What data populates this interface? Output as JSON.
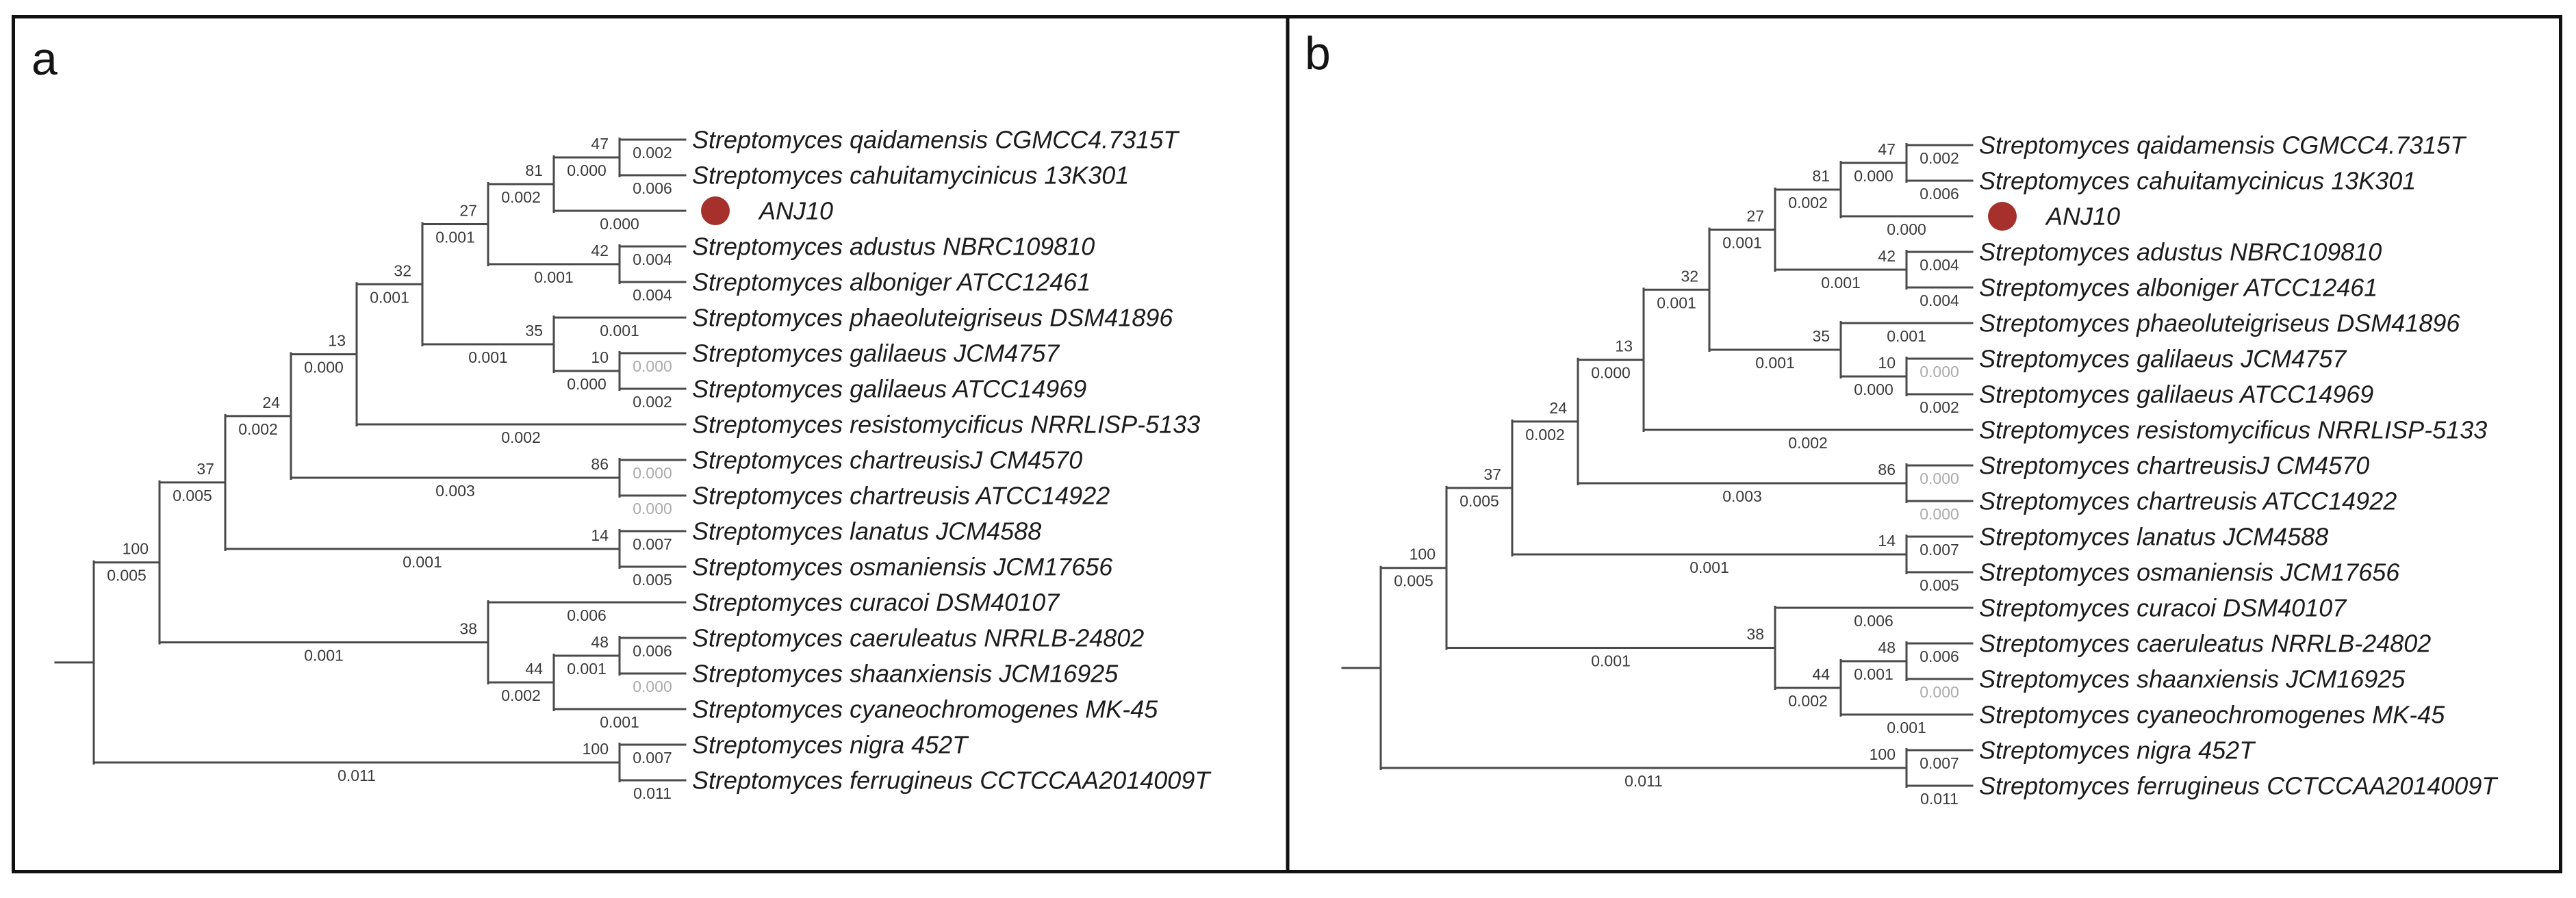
{
  "figure": {
    "description": "Two-panel phylogenetic tree figure of Streptomyces strains with bootstrap values and branch lengths; strain ANJ10 marked with a red dot",
    "panels": [
      {
        "label": "a"
      },
      {
        "label": "b"
      }
    ],
    "style": {
      "border_color": "#111111",
      "line_color": "#4a4a4a",
      "taxon_color": "#1c1c1c",
      "support_color": "#3a3a3a",
      "length_color": "#3a3a3a",
      "muted_length_color": "#ababab",
      "highlight_dot_color": "#a5302c"
    },
    "tree": {
      "children": [
        {
          "support": "100",
          "length": "0.005",
          "children": [
            {
              "support": "37",
              "length": "0.005",
              "children": [
                {
                  "support": "24",
                  "length": "0.002",
                  "children": [
                    {
                      "support": "13",
                      "length": "0.000",
                      "children": [
                        {
                          "support": "32",
                          "length": "0.001",
                          "children": [
                            {
                              "support": "27",
                              "length": "0.001",
                              "children": [
                                {
                                  "support": "81",
                                  "length": "0.002",
                                  "children": [
                                    {
                                      "support": "47",
                                      "length": "0.000",
                                      "children": [
                                        {
                                          "label": "Streptomyces qaidamensis CGMCC4.7315T",
                                          "length": "0.002"
                                        },
                                        {
                                          "label": "Streptomyces cahuitamycinicus 13K301",
                                          "length": "0.006"
                                        }
                                      ]
                                    },
                                    {
                                      "label": "ANJ10",
                                      "length": "0.000",
                                      "highlight": true
                                    }
                                  ]
                                },
                                {
                                  "support": "42",
                                  "length": "0.001",
                                  "children": [
                                    {
                                      "label": "Streptomyces adustus NBRC109810",
                                      "length": "0.004"
                                    },
                                    {
                                      "label": "Streptomyces alboniger ATCC12461",
                                      "length": "0.004"
                                    }
                                  ]
                                }
                              ]
                            },
                            {
                              "support": "35",
                              "length": "0.001",
                              "children": [
                                {
                                  "label": "Streptomyces phaeoluteigriseus DSM41896",
                                  "length": "0.001"
                                },
                                {
                                  "support": "10",
                                  "length": "0.000",
                                  "children": [
                                    {
                                      "label": "Streptomyces galilaeus JCM4757",
                                      "length": "0.000",
                                      "muted": true
                                    },
                                    {
                                      "label": "Streptomyces galilaeus ATCC14969",
                                      "length": "0.002"
                                    }
                                  ]
                                }
                              ]
                            }
                          ]
                        },
                        {
                          "label": "Streptomyces resistomycificus NRRLISP-5133",
                          "length": "0.002"
                        }
                      ]
                    },
                    {
                      "support": "86",
                      "length": "0.003",
                      "children": [
                        {
                          "label": "Streptomyces chartreusisJ CM4570",
                          "length": "0.000",
                          "muted": true
                        },
                        {
                          "label": "Streptomyces chartreusis ATCC14922",
                          "length": "0.000",
                          "muted": true
                        }
                      ]
                    }
                  ]
                },
                {
                  "support": "14",
                  "length": "0.001",
                  "children": [
                    {
                      "label": "Streptomyces lanatus JCM4588",
                      "length": "0.007"
                    },
                    {
                      "label": "Streptomyces osmaniensis JCM17656",
                      "length": "0.005"
                    }
                  ]
                }
              ]
            },
            {
              "support": "38",
              "length": "0.001",
              "children": [
                {
                  "label": "Streptomyces curacoi DSM40107",
                  "length": "0.006"
                },
                {
                  "support": "44",
                  "length": "0.002",
                  "children": [
                    {
                      "support": "48",
                      "length": "0.001",
                      "children": [
                        {
                          "label": "Streptomyces caeruleatus NRRLB-24802",
                          "length": "0.006"
                        },
                        {
                          "label": "Streptomyces shaanxiensis JCM16925",
                          "length": "0.000",
                          "muted": true
                        }
                      ]
                    },
                    {
                      "label": "Streptomyces cyaneochromogenes MK-45",
                      "length": "0.001"
                    }
                  ]
                }
              ]
            }
          ]
        },
        {
          "support": "100",
          "length": "0.011",
          "children": [
            {
              "label": "Streptomyces nigra 452T",
              "length": "0.007"
            },
            {
              "label": "Streptomyces ferrugineus CCTCCAA2014009T",
              "length": "0.011"
            }
          ]
        }
      ]
    }
  }
}
